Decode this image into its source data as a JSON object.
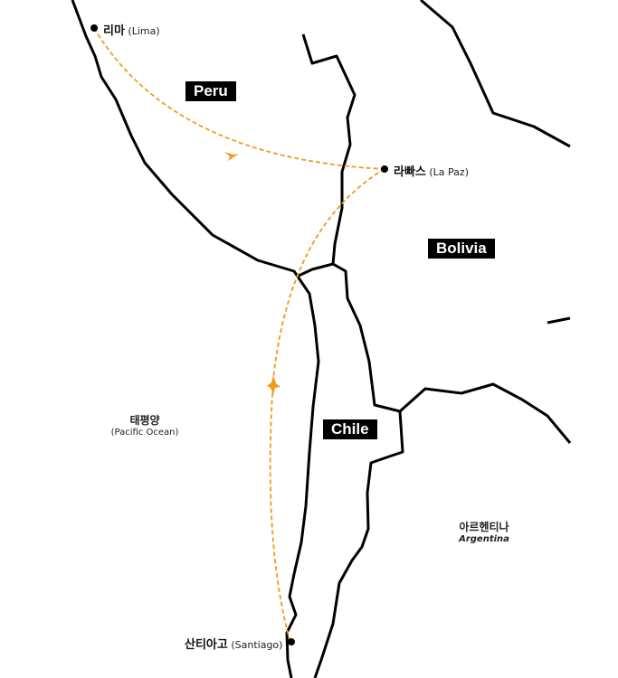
{
  "countries": {
    "peru": "Peru",
    "bolivia": "Bolivia",
    "chile": "Chile"
  },
  "cities": {
    "lima": {
      "ko": "리마",
      "en": "(Lima)"
    },
    "lapaz": {
      "ko": "라빠스",
      "en": "(La Paz)"
    },
    "santiago": {
      "ko": "산티아고",
      "en": "(Santiago)"
    }
  },
  "regions": {
    "pacific": {
      "ko": "태평양",
      "en": "(Pacific Ocean)"
    },
    "argentina": {
      "ko": "아르헨티나",
      "en": "Argentina"
    }
  },
  "colors": {
    "route": "#f29a1f",
    "border": "#000000"
  },
  "route_icon": "airplane-icon"
}
